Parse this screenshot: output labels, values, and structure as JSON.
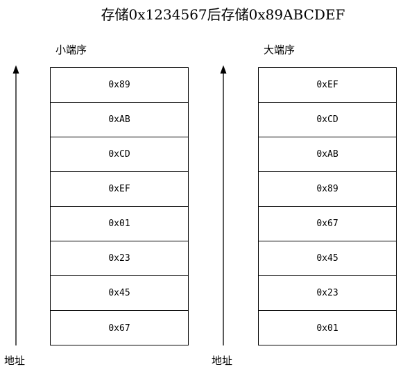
{
  "title": "存储0x1234567后存储0x89ABCDEF",
  "little_endian": {
    "label": "小端序",
    "axis_label": "地址",
    "cells": [
      "0x89",
      "0xAB",
      "0xCD",
      "0xEF",
      "0x01",
      "0x23",
      "0x45",
      "0x67"
    ]
  },
  "big_endian": {
    "label": "大端序",
    "axis_label": "地址",
    "cells": [
      "0xEF",
      "0xCD",
      "0xAB",
      "0x89",
      "0x67",
      "0x45",
      "0x23",
      "0x01"
    ]
  },
  "colors": {
    "line": "#000000",
    "background": "#ffffff"
  },
  "icons": {
    "address_arrow": "arrow-up-icon"
  }
}
